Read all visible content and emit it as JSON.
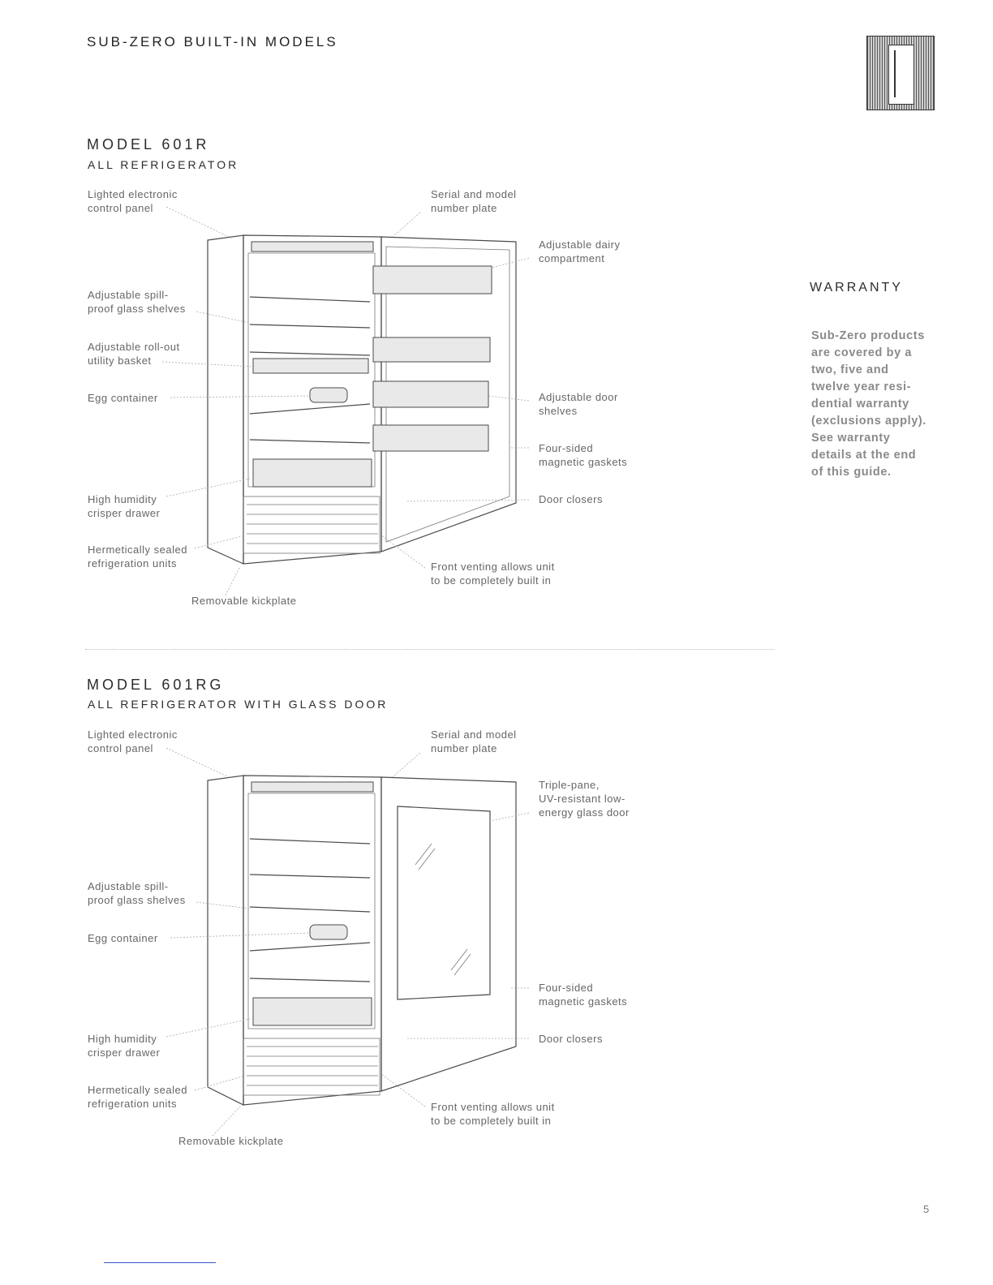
{
  "header": {
    "title": "SUB-ZERO BUILT-IN MODELS"
  },
  "section1": {
    "model": "MODEL 601R",
    "subtitle": "ALL REFRIGERATOR",
    "labels": {
      "control_panel": "Lighted electronic\ncontrol panel",
      "serial_plate": "Serial and model\nnumber plate",
      "dairy": "Adjustable dairy\ncompartment",
      "glass_shelves": "Adjustable spill-\nproof glass shelves",
      "rollout_basket": "Adjustable roll-out\nutility basket",
      "egg": "Egg container",
      "door_shelves": "Adjustable door\nshelves",
      "gaskets": "Four-sided\nmagnetic gaskets",
      "crisper": "High humidity\ncrisper drawer",
      "door_closers": "Door closers",
      "sealed_units": "Hermetically sealed\nrefrigeration units",
      "venting": "Front venting allows unit\nto be completely built in",
      "kickplate": "Removable kickplate"
    }
  },
  "section2": {
    "model": "MODEL 601RG",
    "subtitle": "ALL REFRIGERATOR WITH GLASS DOOR",
    "labels": {
      "control_panel": "Lighted electronic\ncontrol panel",
      "serial_plate": "Serial and model\nnumber plate",
      "glass_door": "Triple-pane,\nUV-resistant low-\nenergy glass door",
      "glass_shelves": "Adjustable spill-\nproof glass shelves",
      "egg": "Egg container",
      "gaskets": "Four-sided\nmagnetic gaskets",
      "crisper": "High humidity\ncrisper drawer",
      "door_closers": "Door closers",
      "sealed_units": "Hermetically sealed\nrefrigeration units",
      "venting": "Front venting allows unit\nto be completely built in",
      "kickplate": "Removable kickplate"
    }
  },
  "warranty": {
    "heading": "WARRANTY",
    "body": "Sub-Zero products\nare covered by a\ntwo, five and\ntwelve year resi-\ndential warranty\n(exclusions apply).\nSee warranty\ndetails at the end\nof this guide."
  },
  "page_number": "5"
}
